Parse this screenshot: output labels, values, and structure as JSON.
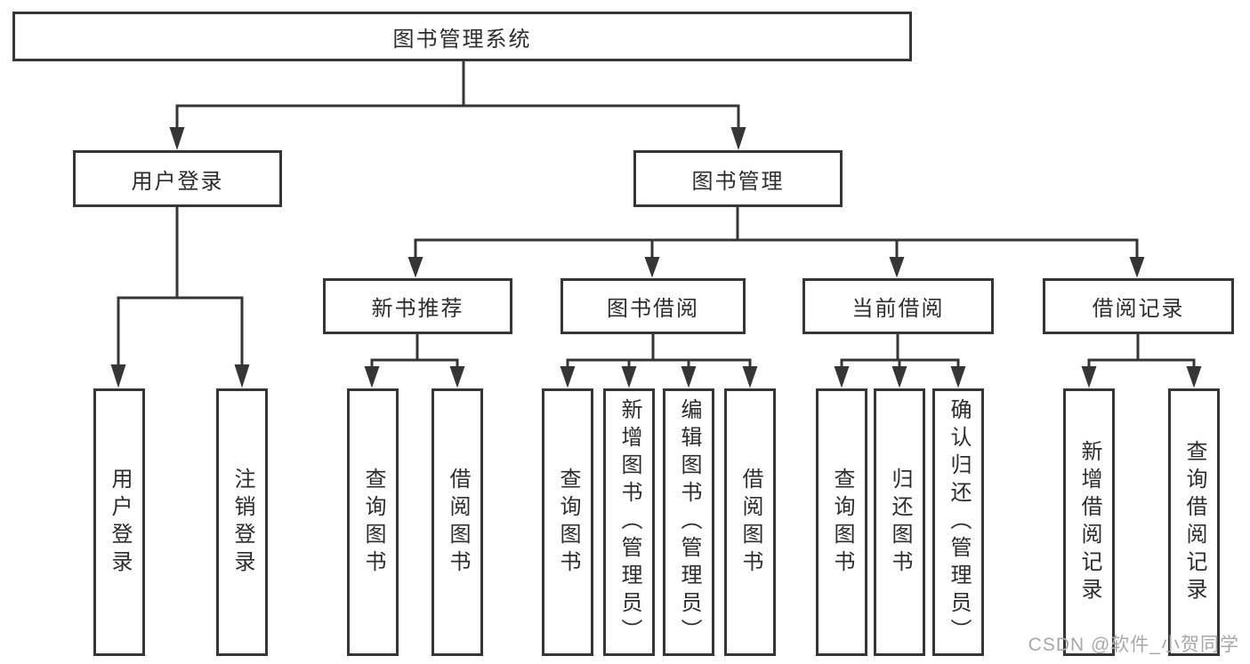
{
  "tree": {
    "root": {
      "label": "图书管理系统"
    },
    "branches": [
      {
        "label": "用户登录",
        "children": [
          {
            "label": "用户登录"
          },
          {
            "label": "注销登录"
          }
        ]
      },
      {
        "label": "图书管理",
        "children": [
          {
            "label": "新书推荐",
            "children": [
              {
                "label": "查询图书"
              },
              {
                "label": "借阅图书"
              }
            ]
          },
          {
            "label": "图书借阅",
            "children": [
              {
                "label": "查询图书"
              },
              {
                "label": "新增图书（管理员）"
              },
              {
                "label": "编辑图书（管理员）"
              },
              {
                "label": "借阅图书"
              }
            ]
          },
          {
            "label": "当前借阅",
            "children": [
              {
                "label": "查询图书"
              },
              {
                "label": "归还图书"
              },
              {
                "label": "确认归还（管理员）"
              }
            ]
          },
          {
            "label": "借阅记录",
            "children": [
              {
                "label": "新增借阅记录"
              },
              {
                "label": "查询借阅记录"
              }
            ]
          }
        ]
      }
    ]
  },
  "watermark": {
    "text": "CSDN @软件_小贺同学"
  },
  "colors": {
    "line": "#363636",
    "text": "#2d2d2d",
    "watermark": "#a8a8a8",
    "background": "#ffffff"
  }
}
